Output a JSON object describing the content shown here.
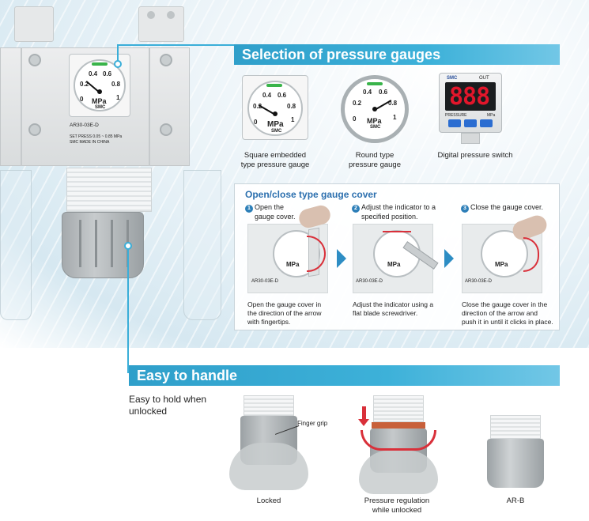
{
  "sections": {
    "gauges_banner": "Selection of pressure gauges",
    "handle_banner": "Easy to handle"
  },
  "gauge_types": [
    {
      "caption": "Square embedded type pressure gauge",
      "line1": "Square embedded",
      "line2": "type pressure gauge"
    },
    {
      "caption": "Round type pressure gauge",
      "line1": "Round type",
      "line2": "pressure gauge"
    },
    {
      "caption": "Digital pressure switch",
      "line1": "Digital pressure switch",
      "line2": ""
    }
  ],
  "gauge_dial": {
    "ticks": [
      "0",
      "0.2",
      "0.4",
      "0.6",
      "0.8",
      "1"
    ],
    "unit": "MPa",
    "brand": "SMC"
  },
  "digital_switch": {
    "brand": "SMC",
    "out": "OUT",
    "display": "888",
    "label_left": "PRESSURE",
    "label_right": "MPa"
  },
  "main_unit": {
    "model": "AR30-03E-D",
    "spec_line1": "SET PRESS 0.05 ~ 0.85 MPa",
    "spec_line2": "SMC   MADE IN CHINA"
  },
  "cover": {
    "title": "Open/close type gauge cover",
    "steps": [
      {
        "num": "1",
        "title_line1": "Open the",
        "title_line2": "gauge cover.",
        "desc_line1": "Open the gauge cover in",
        "desc_line2": "the direction of the arrow",
        "desc_line3": "with fingertips."
      },
      {
        "num": "2",
        "title_line1": "Adjust the indicator to a",
        "title_line2": "specified position.",
        "desc_line1": "Adjust the indicator using a",
        "desc_line2": "flat blade screwdriver.",
        "desc_line3": ""
      },
      {
        "num": "3",
        "title_line1": "Close the gauge cover.",
        "title_line2": "",
        "desc_line1": "Close the gauge cover in the",
        "desc_line2": "direction of the arrow and",
        "desc_line3": "push it in until it clicks in place."
      }
    ],
    "photo_model": "AR30-03E-D"
  },
  "handle": {
    "intro_line1": "Easy to hold when",
    "intro_line2": "unlocked",
    "finger_grip": "Finger grip",
    "items": [
      {
        "line1": "Locked",
        "line2": ""
      },
      {
        "line1": "Pressure regulation",
        "line2": "while unlocked"
      },
      {
        "line1": "AR-B",
        "line2": ""
      }
    ]
  },
  "colors": {
    "banner": "#3aaed8",
    "accent_arrow": "#d9303a",
    "step_chevron": "#2d8dc4"
  }
}
